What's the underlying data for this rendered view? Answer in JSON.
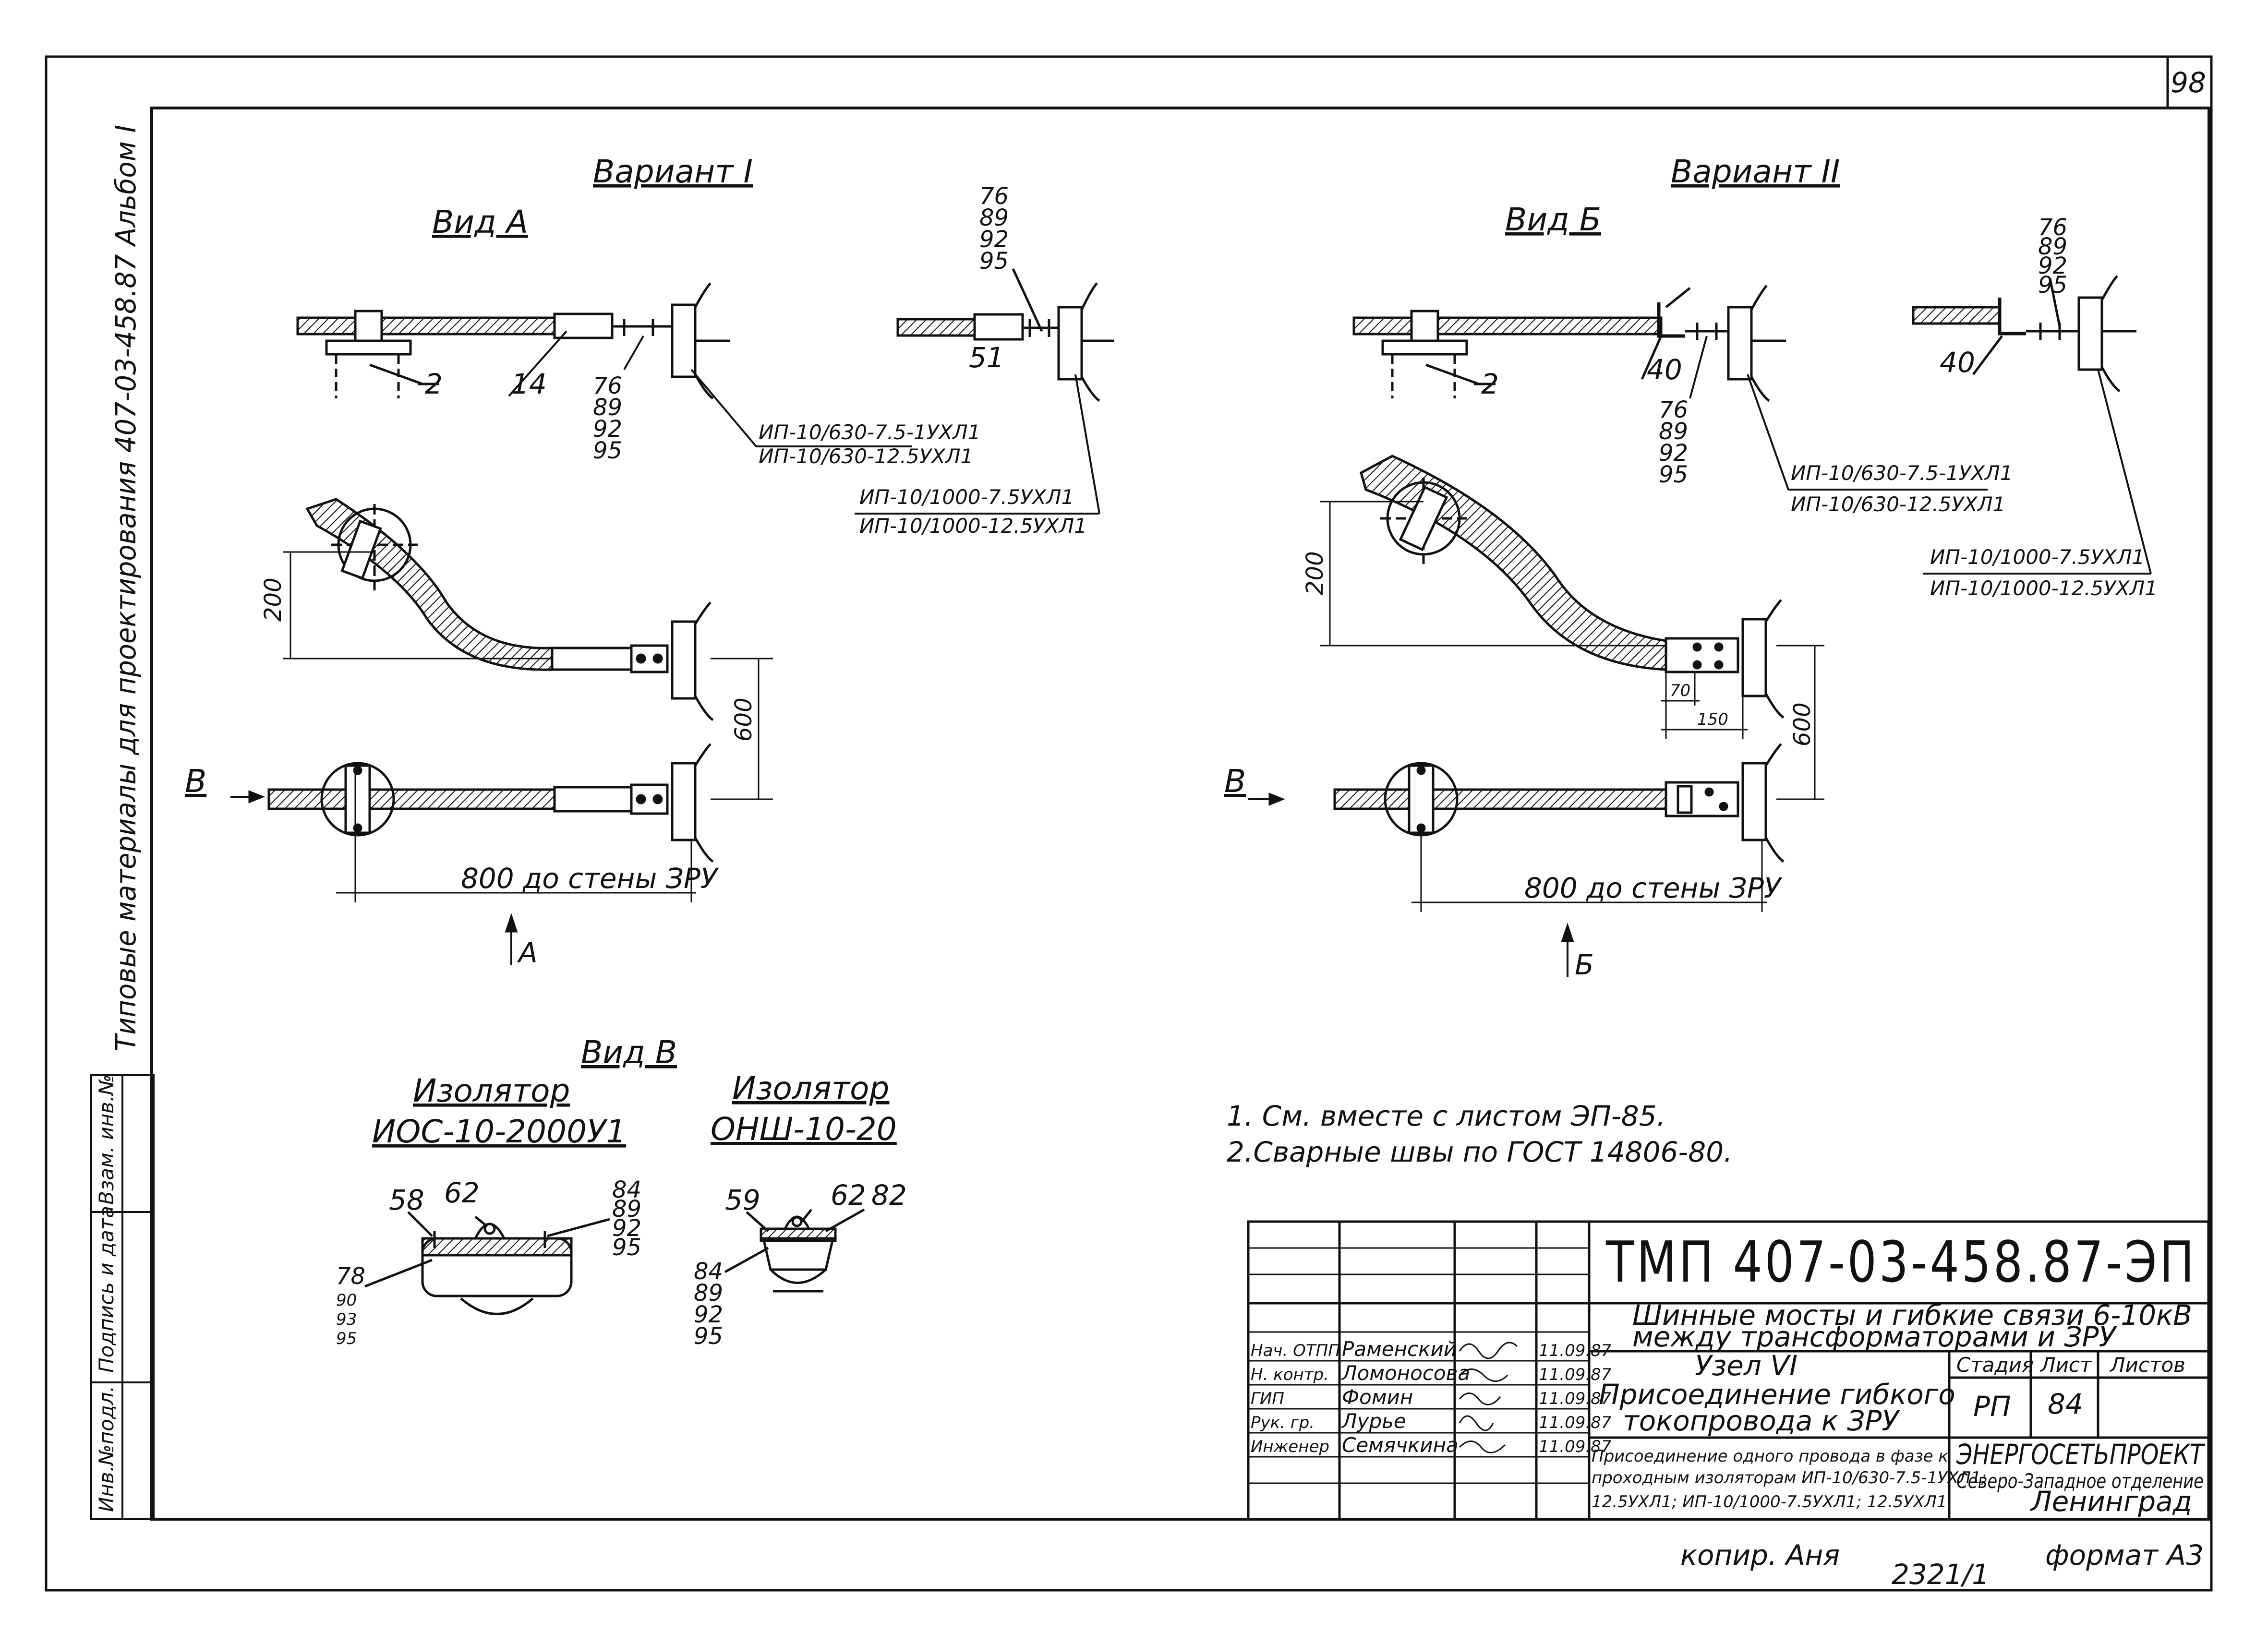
{
  "page_number": "98",
  "album_title": "Типовые материалы для проектирования 407-03-458.87 Альбом I",
  "variant_1": {
    "title": "Вариант I",
    "view_a": "Вид А",
    "labels": {
      "insul_bracket": "2",
      "busbar": "14",
      "flex": "51"
    },
    "refs_top": [
      "76",
      "89",
      "92",
      "95"
    ],
    "refs_bottom": [
      "76",
      "89",
      "92",
      "95"
    ],
    "insulator_small": [
      "ИП-10/630-7.5-1УХЛ1",
      "ИП-10/630-12.5УХЛ1"
    ],
    "insulator_large": [
      "ИП-10/1000-7.5УХЛ1",
      "ИП-10/1000-12.5УХЛ1"
    ],
    "dim_200": "200",
    "dim_600": "600",
    "dim_800": "800 до стены ЗРУ",
    "arrow_b": "В",
    "arrow_a": "А"
  },
  "variant_2": {
    "title": "Вариант II",
    "view_b": "Вид Б",
    "labels": {
      "insul_bracket": "2",
      "angle_left": "40",
      "angle_right": "40"
    },
    "refs_top": [
      "76",
      "89",
      "92",
      "95"
    ],
    "refs_bottom": [
      "76",
      "89",
      "92",
      "95"
    ],
    "insulator_small": [
      "ИП-10/630-7.5-1УХЛ1",
      "ИП-10/630-12.5УХЛ1"
    ],
    "insulator_large": [
      "ИП-10/1000-7.5УХЛ1",
      "ИП-10/1000-12.5УХЛ1"
    ],
    "dim_200": "200",
    "dim_70": "70",
    "dim_150": "150",
    "dim_600": "600",
    "dim_800": "800 до стены ЗРУ",
    "arrow_b": "В",
    "arrow_bb": "Б"
  },
  "view_v": {
    "title": "Вид В",
    "ins1_title": "Изолятор",
    "ins1_type": "ИОС-10-2000У1",
    "ins1_refs": {
      "a": "58",
      "b": "62",
      "c": "78",
      "c_stack": [
        "90",
        "93",
        "95"
      ],
      "d": "84",
      "d_stack": [
        "89",
        "92",
        "95"
      ]
    },
    "ins2_title": "Изолятор",
    "ins2_type": "ОНШ-10-20",
    "ins2_refs": {
      "a": "59",
      "b": "62",
      "c": "82",
      "d": "84",
      "d_stack": [
        "89",
        "92",
        "95"
      ]
    }
  },
  "notes": [
    "1. См. вместе с листом ЭП-85.",
    "2.Сварные швы по ГОСТ 14806-80."
  ],
  "side_stamp": [
    "Взам. инв.№",
    "Подпись и дата",
    "Инв.№подл."
  ],
  "title_block": {
    "doc_code": "ТМП  407-03-458.87-ЭП",
    "project": [
      "Шинные мосты и гибкие связи 6-10кВ",
      "между трансформаторами и ЗРУ"
    ],
    "node": "Узел VI",
    "subject": [
      "Присоединение гибкого",
      "токопровода к ЗРУ"
    ],
    "description": [
      "Присоединение одного провода в фазе к",
      "проходным изоляторам ИП-10/630-7.5-1УХЛ1;",
      "12.5УХЛ1; ИП-10/1000-7.5УХЛ1; 12.5УХЛ1"
    ],
    "col_stage": "Стадия",
    "col_sheet": "Лист",
    "col_sheets": "Листов",
    "stage": "РП",
    "sheet": "84",
    "org": [
      "ЭНЕРГОСЕТЬПРОЕКТ",
      "Северо-Западное отделение",
      "Ленинград"
    ],
    "people": [
      {
        "role": "Нач. ОТПП",
        "name": "Раменский",
        "date": "11.09.87"
      },
      {
        "role": "Н. контр.",
        "name": "Ломоносова",
        "date": "11.09.87"
      },
      {
        "role": "ГИП",
        "name": "Фомин",
        "date": "11.09.87"
      },
      {
        "role": "Рук. гр.",
        "name": "Лурье",
        "date": "11.09.87"
      },
      {
        "role": "Инженер",
        "name": "Семячкина",
        "date": "11.09.87"
      }
    ]
  },
  "footer": {
    "copied": "копир. Аня",
    "inv": "2321/1",
    "format": "формат А3"
  }
}
